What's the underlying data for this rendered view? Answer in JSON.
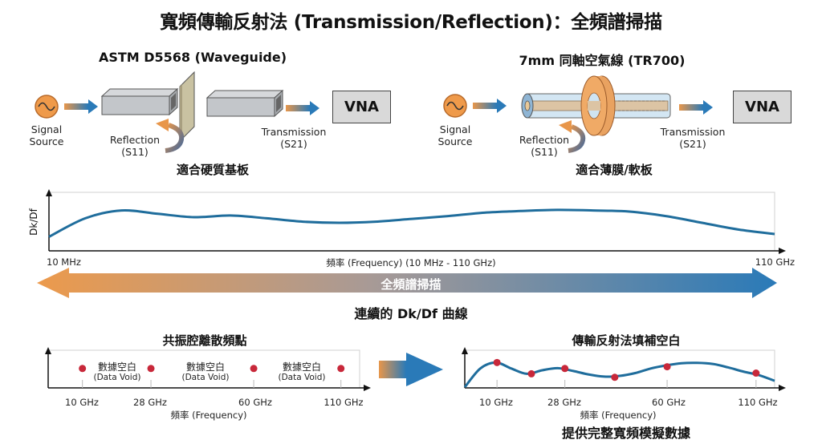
{
  "title": "寬頻傳輸反射法 (Transmission/Reflection)：全頻譜掃描",
  "left_setup": {
    "heading": "ASTM D5568 (Waveguide)",
    "source_label_1": "Signal",
    "source_label_2": "Source",
    "reflection_label": "Reflection",
    "reflection_param": "(S11)",
    "transmission_label": "Transmission",
    "transmission_param": "(S21)",
    "analyzer": "VNA",
    "caption": "適合硬質基板"
  },
  "right_setup": {
    "heading": "7mm 同軸空氣線 (TR700)",
    "source_label_1": "Signal",
    "source_label_2": "Source",
    "reflection_label": "Reflection",
    "reflection_param": "(S11)",
    "transmission_label": "Transmission",
    "transmission_param": "(S21)",
    "analyzer": "VNA",
    "caption": "適合薄膜/軟板"
  },
  "sweep_arrow": {
    "label": "全頻譜掃描",
    "caption": "連續的 Dk/Df 曲線"
  },
  "colors": {
    "orange": "#e8964a",
    "blue": "#2a7ab8",
    "curve": "#1f6d9c",
    "dot": "#c8283a",
    "box": "#d9d9d9"
  },
  "chart_data": [
    {
      "type": "line",
      "title": "",
      "ylabel": "Dk/Df",
      "xlabel": "頻率 (Frequency) (10 MHz - 110 GHz)",
      "x_start_label": "10 MHz",
      "x_end_label": "110 GHz",
      "x": [
        0,
        0.05,
        0.1,
        0.15,
        0.2,
        0.25,
        0.3,
        0.35,
        0.4,
        0.45,
        0.5,
        0.55,
        0.6,
        0.65,
        0.7,
        0.75,
        0.8,
        0.85,
        0.9,
        0.95,
        1.0
      ],
      "y": [
        0.25,
        0.58,
        0.72,
        0.66,
        0.6,
        0.63,
        0.58,
        0.52,
        0.5,
        0.52,
        0.57,
        0.62,
        0.68,
        0.71,
        0.73,
        0.72,
        0.7,
        0.62,
        0.5,
        0.38,
        0.3
      ],
      "ylim": [
        0,
        1
      ],
      "grid": false
    },
    {
      "type": "scatter",
      "title": "共振腔離散頻點",
      "xlabel": "頻率 (Frequency)",
      "tick_labels": [
        "10 GHz",
        "28 GHz",
        "60 GHz",
        "110 GHz"
      ],
      "points_x": [
        0.11,
        0.33,
        0.66,
        0.94
      ],
      "points_y": [
        0.55,
        0.55,
        0.55,
        0.55
      ],
      "gaps": [
        {
          "label": "數據空白",
          "sub": "(Data Void)"
        },
        {
          "label": "數據空白",
          "sub": "(Data Void)"
        },
        {
          "label": "數據空白",
          "sub": "(Data Void)"
        }
      ]
    },
    {
      "type": "line",
      "title": "傳輸反射法填補空白",
      "xlabel": "頻率 (Frequency)",
      "caption": "提供完整寬頻模擬數據",
      "tick_labels": [
        "10 GHz",
        "28 GHz",
        "60 GHz",
        "110 GHz"
      ],
      "curve_x": [
        0,
        0.05,
        0.1,
        0.15,
        0.2,
        0.25,
        0.3,
        0.35,
        0.4,
        0.45,
        0.5,
        0.55,
        0.6,
        0.65,
        0.7,
        0.75,
        0.8,
        0.85,
        0.9,
        0.95,
        1.0
      ],
      "curve_y": [
        0.02,
        0.55,
        0.72,
        0.55,
        0.4,
        0.5,
        0.56,
        0.48,
        0.38,
        0.32,
        0.34,
        0.42,
        0.55,
        0.64,
        0.7,
        0.71,
        0.68,
        0.58,
        0.46,
        0.36,
        0.2
      ],
      "points_x": [
        0.104,
        0.215,
        0.323,
        0.484,
        0.653,
        0.94
      ],
      "points_y": [
        0.72,
        0.4,
        0.55,
        0.3,
        0.6,
        0.42
      ]
    }
  ]
}
